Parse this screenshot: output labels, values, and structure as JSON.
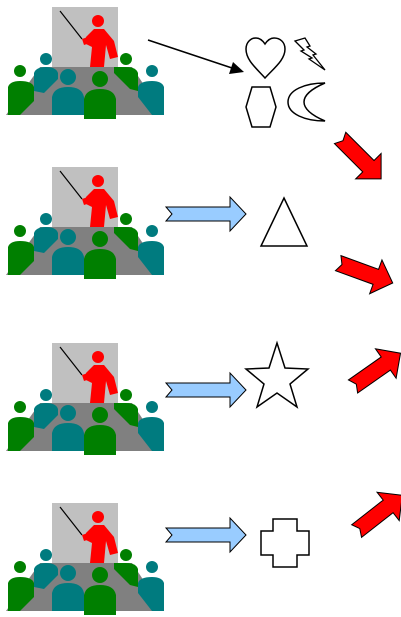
{
  "colors": {
    "presenter": "#ff0000",
    "screen": "#c0c0c0",
    "table": "#808080",
    "audience_green": "#007f00",
    "audience_teal": "#007b7f",
    "blue_arrow": "#99ccff",
    "red_arrow": "#ff0000",
    "outline": "#000000"
  },
  "rows": [
    {
      "icon": "meeting-presentation-icon",
      "connector": "thin-black-arrow",
      "shapes": [
        "heart",
        "lightning-bolt",
        "hexagon",
        "crescent-moon"
      ],
      "outgoing": "red-block-arrow-down-right"
    },
    {
      "icon": "meeting-presentation-icon",
      "connector": "blue-block-arrow",
      "shapes": [
        "triangle"
      ],
      "outgoing": "red-block-arrow-right"
    },
    {
      "icon": "meeting-presentation-icon",
      "connector": "blue-block-arrow",
      "shapes": [
        "star"
      ],
      "outgoing": "red-block-arrow-up-right"
    },
    {
      "icon": "meeting-presentation-icon",
      "connector": "blue-block-arrow",
      "shapes": [
        "cross"
      ],
      "outgoing": "red-block-arrow-up-right"
    }
  ]
}
